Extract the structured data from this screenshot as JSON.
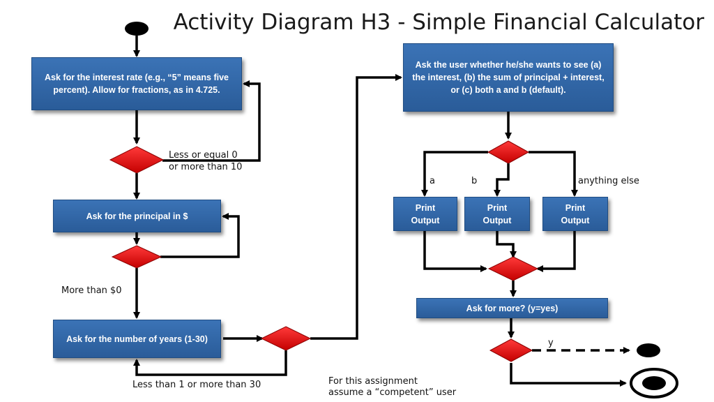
{
  "title": "Activity Diagram H3 - Simple Financial Calculator",
  "actions": {
    "ask_interest": "Ask for the interest rate (e.g., “5” means five percent). Allow for fractions, as in 4.725.",
    "ask_principal": "Ask for the principal in $",
    "ask_years": "Ask for the number of years (1-30)",
    "ask_choice": "Ask the user whether he/she wants to see (a) the interest, (b) the sum of principal + interest, or (c) both a and b (default).",
    "print_a": "Print Output",
    "print_b": "Print Output",
    "print_c": "Print Output",
    "ask_more": "Ask for more? (y=yes)"
  },
  "guards": {
    "interest_invalid_1": "Less or equal 0",
    "interest_invalid_2": "or more than 10",
    "principal_valid": "More than $0",
    "years_invalid": "Less than 1 or more than 30",
    "choice_a": "a",
    "choice_b": "b",
    "choice_else": "anything else",
    "more_yes": "y"
  },
  "note": {
    "line1": "For this assignment",
    "line2": "assume a “competent” user"
  },
  "colors": {
    "action_fill": "#2f66a8",
    "decision_fill": "#e01010",
    "edge": "#000000",
    "node": "#000000"
  }
}
